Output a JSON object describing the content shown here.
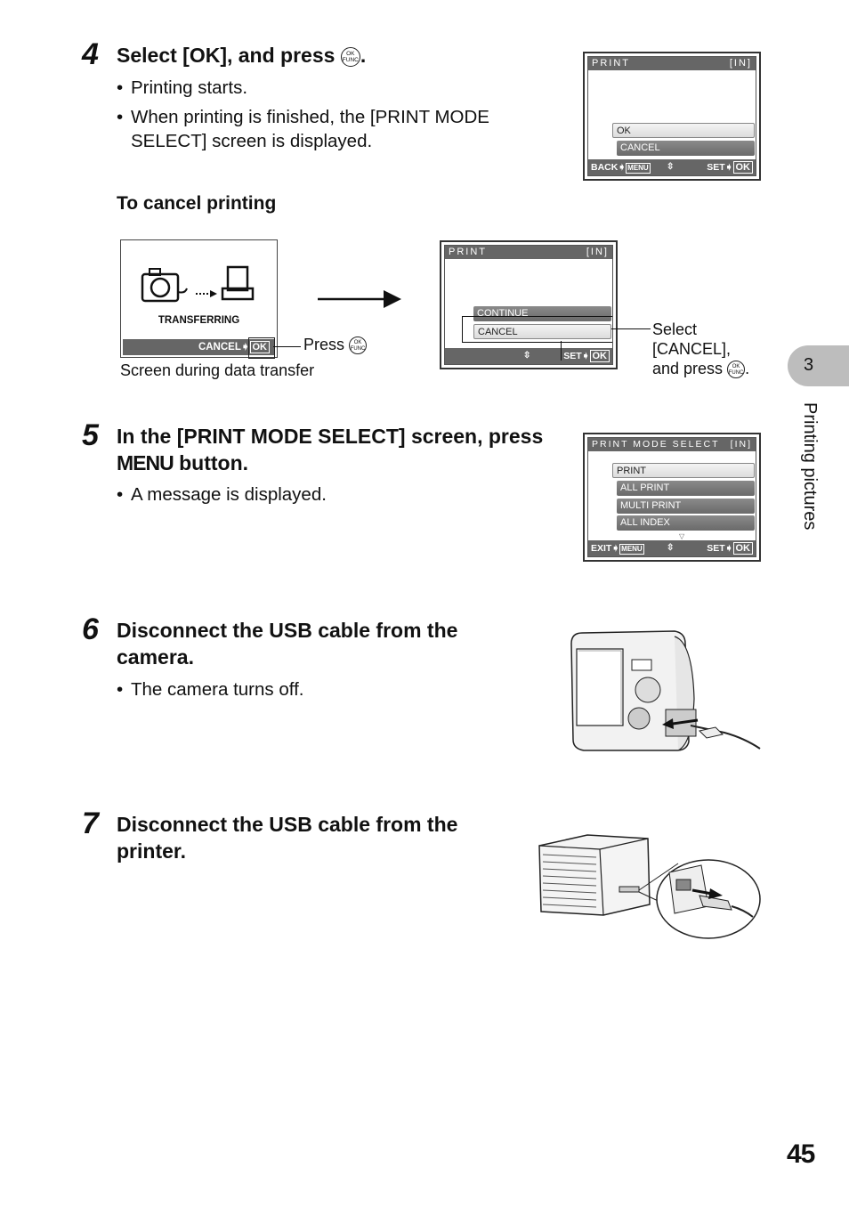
{
  "step4": {
    "number": "4",
    "heading": "Select [OK], and press",
    "heading_end": ".",
    "bullets": [
      "Printing starts.",
      "When printing is finished, the [PRINT MODE SELECT] screen is displayed."
    ],
    "screen": {
      "title": "PRINT",
      "memory": "[IN]",
      "items": [
        "OK",
        "CANCEL"
      ],
      "footer_left": "BACK",
      "footer_left_key": "MENU",
      "footer_right": "SET",
      "footer_right_key": "OK"
    }
  },
  "cancel": {
    "heading": "To cancel printing",
    "transfer_screen": {
      "label": "TRANSFERRING",
      "footer": "CANCEL",
      "footer_key": "OK",
      "caption": "Screen during data transfer"
    },
    "press_label": "Press",
    "print_screen": {
      "title": "PRINT",
      "memory": "[IN]",
      "items": [
        "CONTINUE",
        "CANCEL"
      ],
      "footer_right": "SET",
      "footer_right_key": "OK"
    },
    "select_note_1": "Select",
    "select_note_2": "[CANCEL],",
    "select_note_3": "and press",
    "select_note_end": "."
  },
  "step5": {
    "number": "5",
    "heading_line1": "In the [PRINT MODE SELECT] screen, press",
    "heading_key": "MENU",
    "heading_line2_end": "button.",
    "bullets": [
      "A message is displayed."
    ],
    "screen": {
      "title": "PRINT MODE SELECT",
      "memory": "[IN]",
      "items": [
        "PRINT",
        "ALL PRINT",
        "MULTI PRINT",
        "ALL INDEX"
      ],
      "footer_left": "EXIT",
      "footer_left_key": "MENU",
      "footer_right": "SET",
      "footer_right_key": "OK"
    }
  },
  "step6": {
    "number": "6",
    "heading_line1": "Disconnect the USB cable from the",
    "heading_line2": "camera.",
    "bullets": [
      "The camera turns off."
    ]
  },
  "step7": {
    "number": "7",
    "heading_line1": "Disconnect the USB cable from the",
    "heading_line2": "printer."
  },
  "ok_icon": {
    "top": "OK",
    "bottom": "FUNC"
  },
  "sidebar": {
    "chapter": "3",
    "section": "Printing pictures"
  },
  "page_number": "45"
}
